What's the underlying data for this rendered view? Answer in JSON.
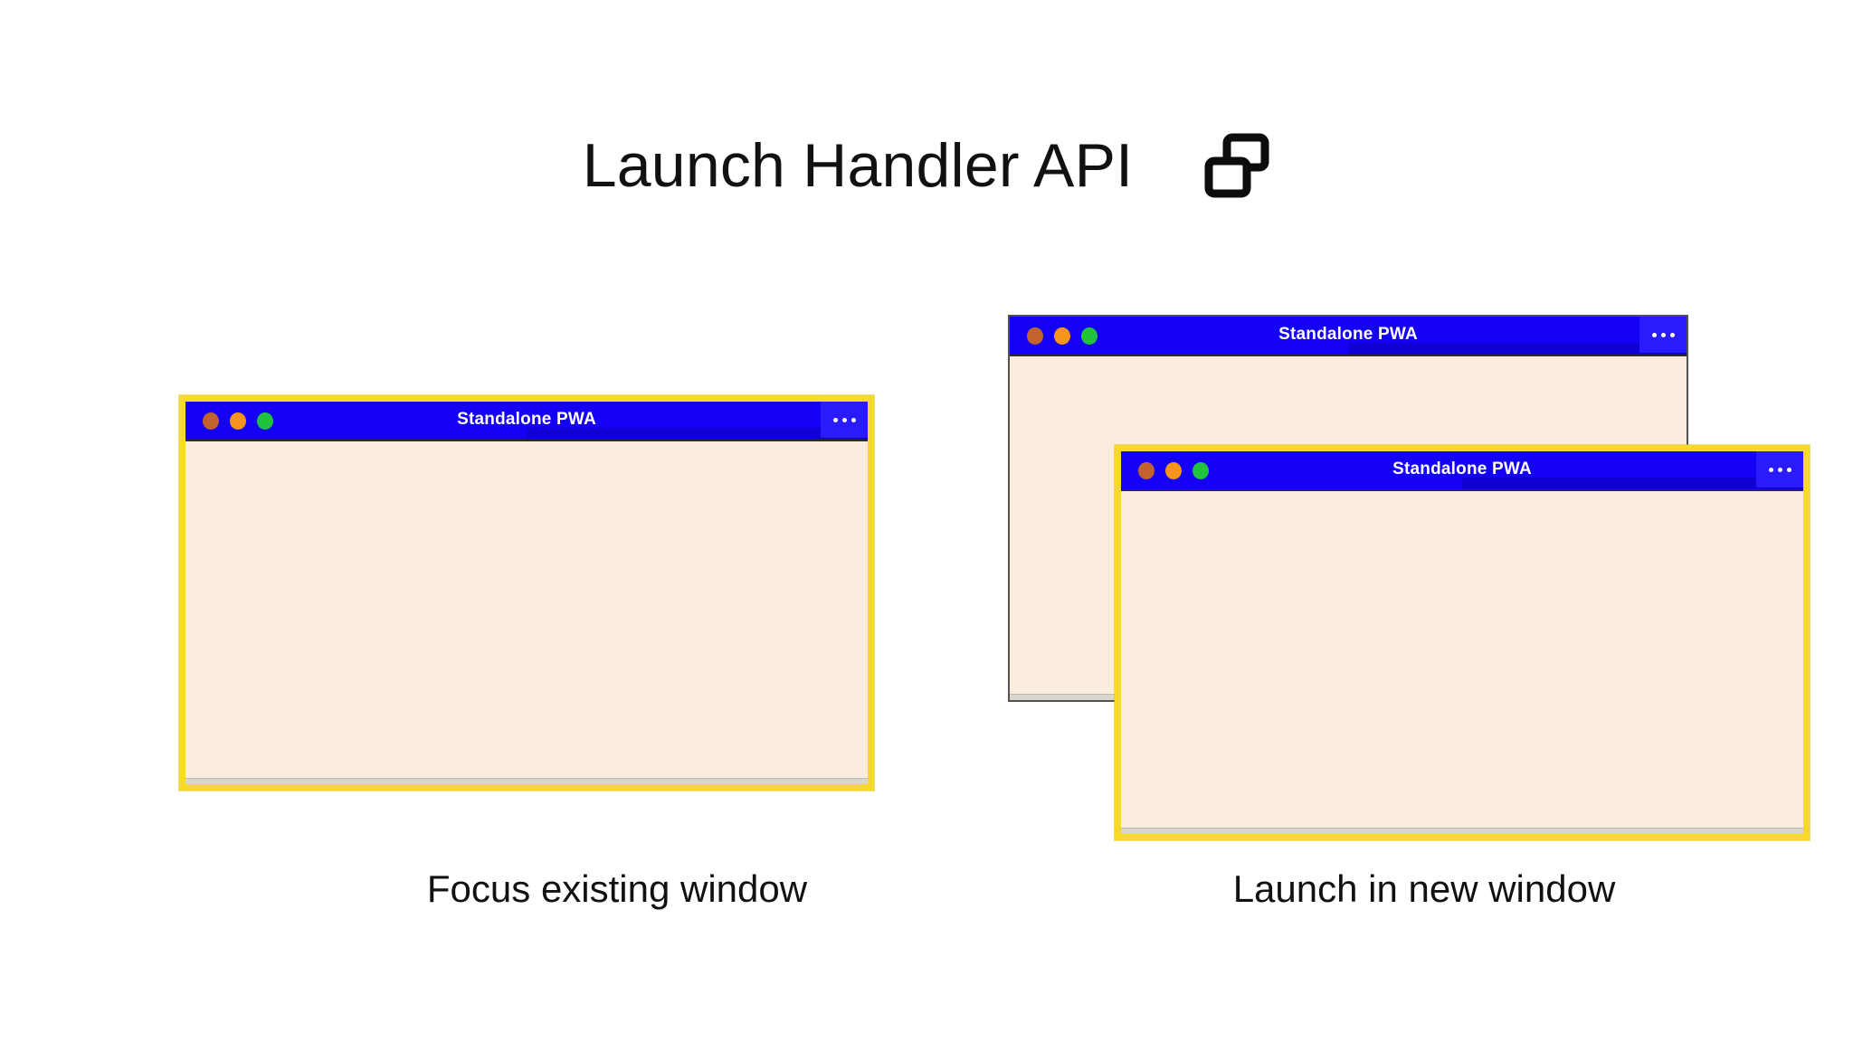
{
  "header": {
    "title": "Launch Handler API",
    "icon": "multi-window-icon"
  },
  "windows": {
    "focus_existing": {
      "titlebar_title": "Standalone PWA",
      "menu_icon": "overflow-menu-icon",
      "traffic_lights": [
        "close",
        "minimize",
        "maximize"
      ],
      "state": "focused"
    },
    "new_back": {
      "titlebar_title": "Standalone PWA",
      "menu_icon": "overflow-menu-icon",
      "traffic_lights": [
        "close",
        "minimize",
        "maximize"
      ],
      "state": "unfocused"
    },
    "new_front": {
      "titlebar_title": "Standalone PWA",
      "menu_icon": "overflow-menu-icon",
      "traffic_lights": [
        "close",
        "minimize",
        "maximize"
      ],
      "state": "focused"
    }
  },
  "captions": {
    "left": "Focus existing window",
    "right": "Launch in new window"
  },
  "colors": {
    "titlebar_blue": "#1400f5",
    "window_body_cream": "#faeddd",
    "focus_highlight_yellow": "#f7d92b",
    "dot_close_orange": "#c2632f",
    "dot_minimize_orange": "#f6941c",
    "dot_maximize_green": "#22c33c",
    "text_black": "#111111",
    "background_white": "#ffffff"
  }
}
